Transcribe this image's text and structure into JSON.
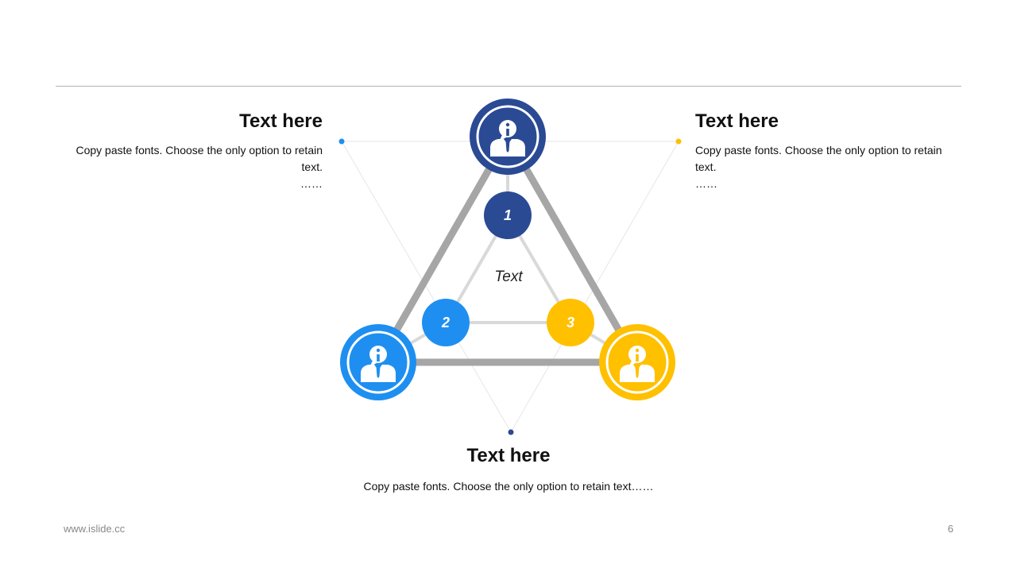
{
  "blocks": {
    "left": {
      "title": "Text here",
      "body": "Copy paste fonts. Choose the only option to retain text.",
      "ellipsis": "……"
    },
    "right": {
      "title": "Text here",
      "body": "Copy paste fonts. Choose the only option to retain text.",
      "ellipsis": "……"
    },
    "bottom": {
      "title": "Text here",
      "body": "Copy paste fonts. Choose the only option to retain text……"
    }
  },
  "diagram": {
    "center_label": "Text",
    "steps": [
      "1",
      "2",
      "3"
    ]
  },
  "footer": {
    "website": "www.islide.cc",
    "page_number": "6"
  },
  "colors": {
    "navy": "#2b4a94",
    "blue": "#1e8ff0",
    "yellow": "#ffc000",
    "gray": "#a6a6a6",
    "light_gray": "#d9d9d9"
  },
  "icons": [
    "person-info-icon"
  ]
}
